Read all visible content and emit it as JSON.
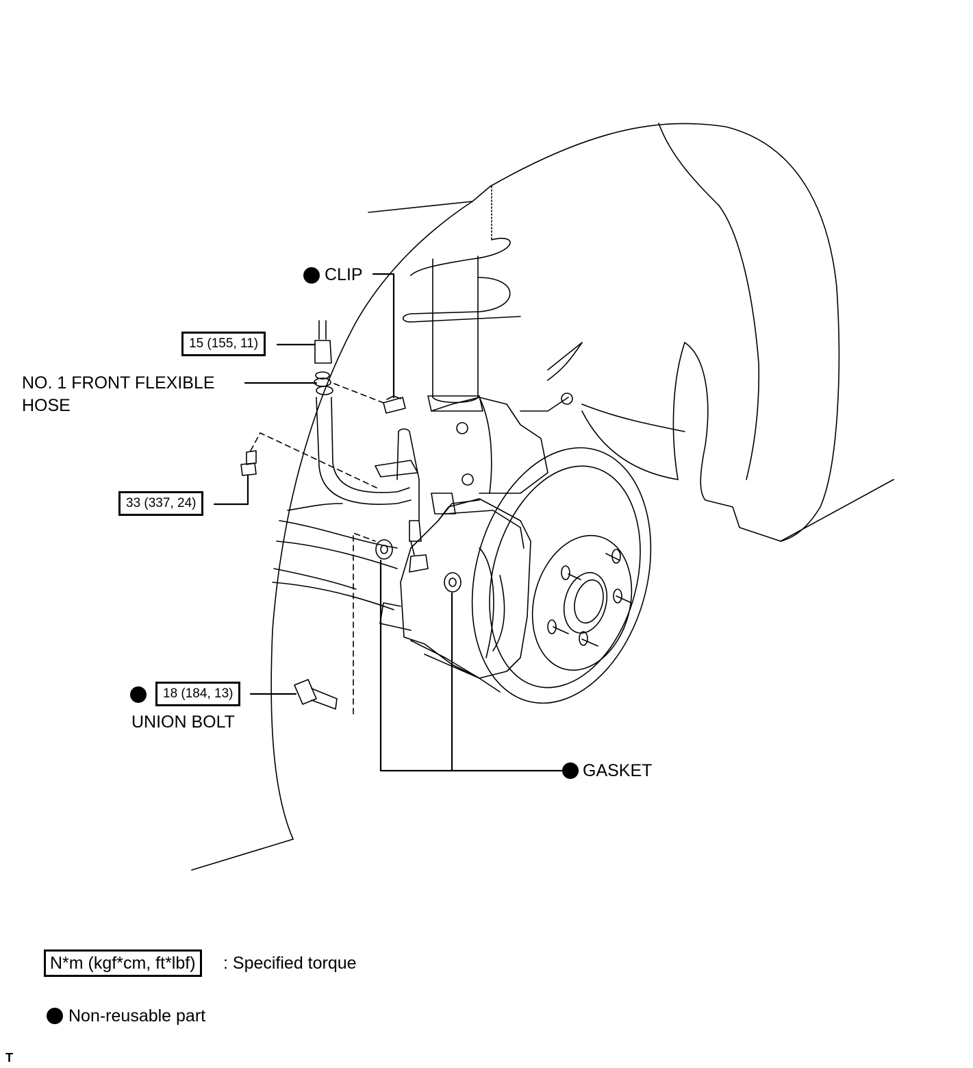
{
  "labels": {
    "clip": "CLIP",
    "hose_line1": "NO. 1 FRONT FLEXIBLE",
    "hose_line2": "HOSE",
    "union_bolt": "UNION BOLT",
    "gasket": "GASKET"
  },
  "torques": {
    "hose_fitting": "15 (155, 11)",
    "bracket_bolt": "33 (337, 24)",
    "union_bolt": "18 (184, 13)"
  },
  "legend": {
    "torque_box": "N*m (kgf*cm, ft*lbf)",
    "torque_text": ": Specified torque",
    "nonreusable_text": "Non-reusable part"
  },
  "footer": {
    "mark": "T"
  }
}
